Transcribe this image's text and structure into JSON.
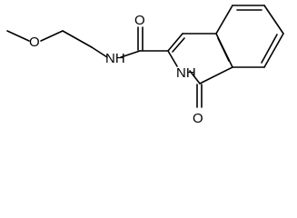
{
  "structure": {
    "atoms": {
      "methoxy_o": "O",
      "amide_o": "O",
      "amide_n": "NH",
      "ring_n": "NH",
      "lactam_o": "O"
    },
    "colors": {
      "bond": "#000000",
      "background": "#ffffff",
      "label": "#000000"
    }
  }
}
